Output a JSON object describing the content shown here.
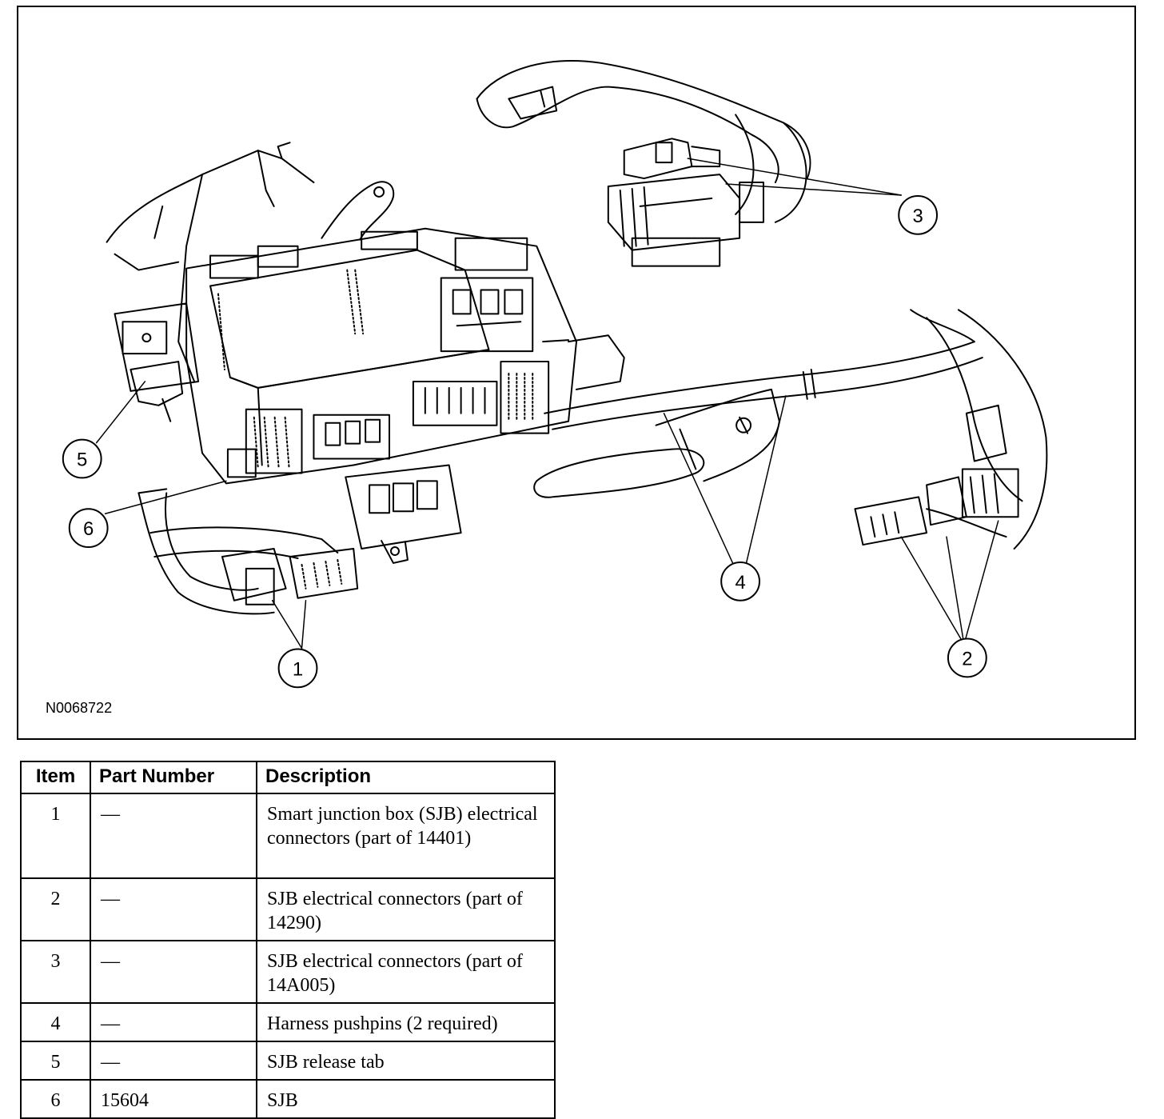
{
  "figure": {
    "id": "N0068722",
    "callouts": [
      "1",
      "2",
      "3",
      "4",
      "5",
      "6"
    ]
  },
  "legend": {
    "headers": [
      "Item",
      "Part Number",
      "Description"
    ],
    "rows": [
      {
        "item": "1",
        "part_number": "—",
        "description": "Smart junction box (SJB) electrical connectors (part of 14401)"
      },
      {
        "item": "2",
        "part_number": "—",
        "description": "SJB electrical connectors (part of 14290)"
      },
      {
        "item": "3",
        "part_number": "—",
        "description": "SJB electrical connectors (part of 14A005)"
      },
      {
        "item": "4",
        "part_number": "—",
        "description": "Harness pushpins (2 required)"
      },
      {
        "item": "5",
        "part_number": "—",
        "description": "SJB release tab"
      },
      {
        "item": "6",
        "part_number": "15604",
        "description": "SJB"
      }
    ]
  }
}
